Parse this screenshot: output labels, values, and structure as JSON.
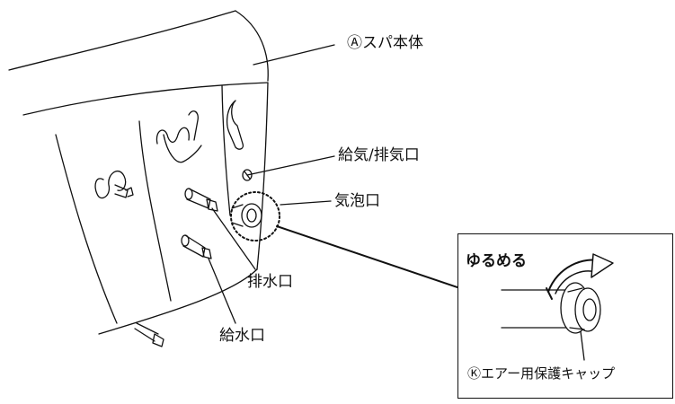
{
  "labels": {
    "spa_body": "Ⓐスパ本体",
    "air_port": "給気/排気口",
    "bubble_port": "気泡口",
    "drain_port": "排水口",
    "water_inlet": "給水口",
    "loosen": "ゆるめる",
    "air_cap": "Ⓚエアー用保護キャップ"
  }
}
